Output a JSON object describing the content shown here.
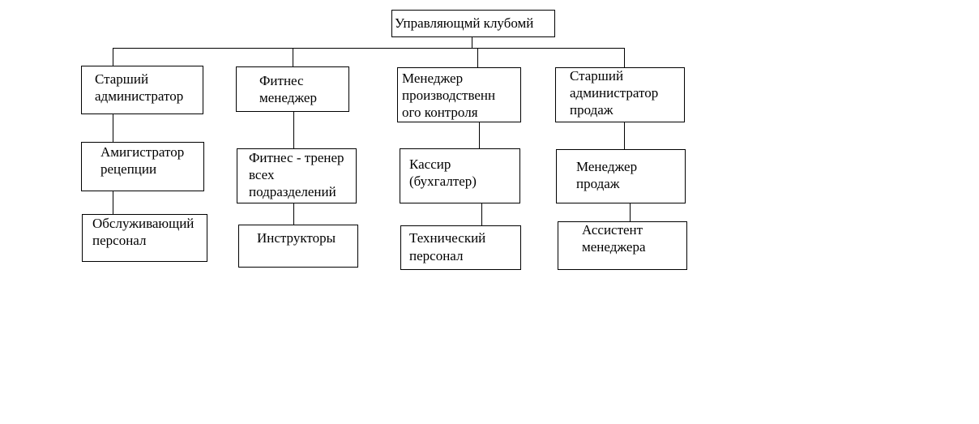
{
  "diagram": {
    "root": {
      "lines": [
        "Управляющмй клубомй"
      ]
    },
    "columns": [
      {
        "head": {
          "lines": [
            "Старший",
            "администратор"
          ]
        },
        "level2": {
          "lines": [
            "Амигистратор",
            "рецепции"
          ]
        },
        "level3": {
          "lines": [
            "Обслуживающий",
            "персонал"
          ]
        }
      },
      {
        "head": {
          "lines": [
            "Фитнес",
            "менеджер"
          ]
        },
        "level2": {
          "lines": [
            "Фитнес - тренер",
            "всех",
            "подразделений"
          ]
        },
        "level3": {
          "lines": [
            "Инструкторы"
          ]
        }
      },
      {
        "head": {
          "lines": [
            "Менеджер",
            "производственн",
            "ого контроля"
          ]
        },
        "level2": {
          "lines": [
            "Кассир",
            "(бухгалтер)"
          ]
        },
        "level3": {
          "lines": [
            "Технический",
            "персонал"
          ]
        }
      },
      {
        "head": {
          "lines": [
            "Старший",
            "администратор",
            "продаж"
          ]
        },
        "level2": {
          "lines": [
            "Менеджер",
            "продаж"
          ]
        },
        "level3": {
          "lines": [
            "Ассистент",
            "менеджера"
          ]
        }
      }
    ]
  }
}
